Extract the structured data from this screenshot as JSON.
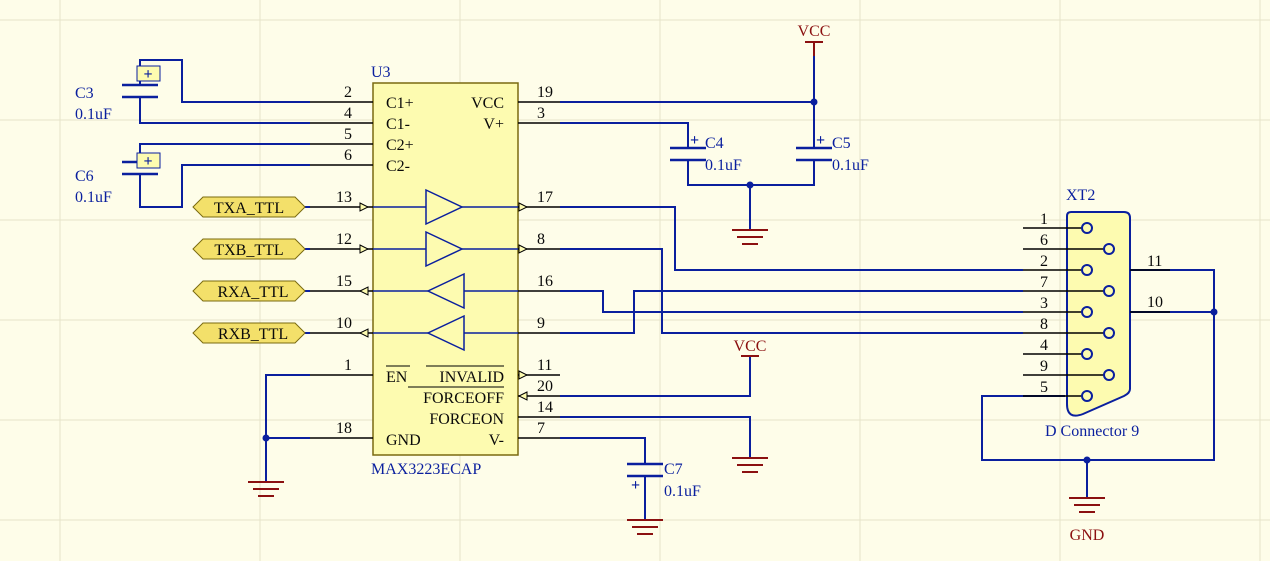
{
  "ic": {
    "designator": "U3",
    "part": "MAX3223ECAP",
    "left_pins": [
      {
        "num": "2",
        "name": "C1+"
      },
      {
        "num": "4",
        "name": "C1-"
      },
      {
        "num": "5",
        "name": "C2+"
      },
      {
        "num": "6",
        "name": "C2-"
      },
      {
        "num": "13",
        "name": ""
      },
      {
        "num": "12",
        "name": ""
      },
      {
        "num": "15",
        "name": ""
      },
      {
        "num": "10",
        "name": ""
      },
      {
        "num": "1",
        "name": "EN"
      },
      {
        "num": "18",
        "name": "GND"
      }
    ],
    "right_pins": [
      {
        "num": "19",
        "name": "VCC"
      },
      {
        "num": "3",
        "name": "V+"
      },
      {
        "num": "17",
        "name": ""
      },
      {
        "num": "8",
        "name": ""
      },
      {
        "num": "16",
        "name": ""
      },
      {
        "num": "9",
        "name": ""
      },
      {
        "num": "11",
        "name": "INVALID"
      },
      {
        "num": "20",
        "name": "FORCEOFF"
      },
      {
        "num": "14",
        "name": "FORCEON"
      },
      {
        "num": "7",
        "name": "V-"
      }
    ]
  },
  "capacitors": [
    {
      "ref": "C3",
      "value": "0.1uF"
    },
    {
      "ref": "C6",
      "value": "0.1uF"
    },
    {
      "ref": "C4",
      "value": "0.1uF"
    },
    {
      "ref": "C5",
      "value": "0.1uF"
    },
    {
      "ref": "C7",
      "value": "0.1uF"
    }
  ],
  "net_ports": [
    "TXA_TTL",
    "TXB_TTL",
    "RXA_TTL",
    "RXB_TTL"
  ],
  "power": {
    "vcc": "VCC",
    "gnd": "GND"
  },
  "connector": {
    "designator": "XT2",
    "name": "D Connector 9",
    "pins": [
      "1",
      "6",
      "2",
      "7",
      "3",
      "8",
      "4",
      "9",
      "5"
    ],
    "shield_pins": [
      "11",
      "10"
    ]
  },
  "colors": {
    "wire": "#0a1f9e",
    "component_fill": "#fdfbb0",
    "power_port": "#8b1010",
    "net_port_fill": "#f3e06a",
    "background": "#fefde9"
  }
}
